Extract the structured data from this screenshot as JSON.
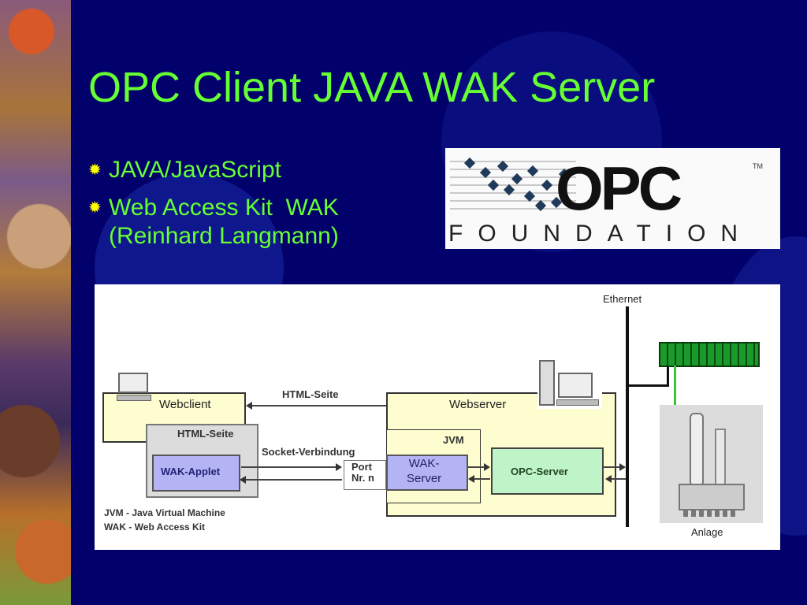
{
  "slide": {
    "title": "OPC Client JAVA WAK Server",
    "bullets": [
      {
        "icon": "sun-bullet-icon",
        "text": "JAVA/JavaScript"
      },
      {
        "icon": "sun-bullet-icon",
        "text": "Web Access Kit  WAK\n(Reinhard Langmann)"
      }
    ],
    "colors": {
      "background": "#02006b",
      "title": "#66ff33",
      "bullet": "#ffff00"
    }
  },
  "logo": {
    "mark": "OPC",
    "trademark": "TM",
    "subtitle": "FOUNDATION"
  },
  "diagram": {
    "webclient": "Webclient",
    "client_html_page": "HTML-Seite",
    "wak_applet": "WAK-Applet",
    "html_page_arrow": "HTML-Seite",
    "socket": "Socket-Verbindung",
    "port": "Port\nNr. n",
    "webserver": "Webserver",
    "jvm": "JVM",
    "wak_server": "WAK-\nServer",
    "opc_server": "OPC-Server",
    "ethernet": "Ethernet",
    "plant": "Anlage",
    "legend": [
      "JVM - Java Virtual Machine",
      "WAK - Web Access Kit"
    ]
  }
}
